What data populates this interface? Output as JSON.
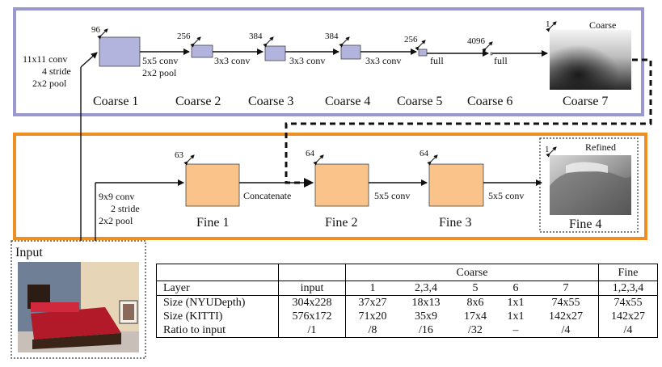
{
  "coarse": {
    "layers": [
      {
        "name": "Coarse 1",
        "channels": "96"
      },
      {
        "name": "Coarse 2",
        "channels": "256"
      },
      {
        "name": "Coarse 3",
        "channels": "384"
      },
      {
        "name": "Coarse 4",
        "channels": "384"
      },
      {
        "name": "Coarse 5",
        "channels": "256"
      },
      {
        "name": "Coarse 6",
        "channels": "4096"
      },
      {
        "name": "Coarse 7",
        "channels": "1"
      }
    ],
    "input_ops": [
      "11x11 conv",
      "4 stride",
      "2x2 pool"
    ],
    "ops": [
      "5x5 conv",
      "2x2 pool",
      "3x3 conv",
      "3x3 conv",
      "3x3 conv",
      "full",
      "full"
    ],
    "output_title": "Coarse"
  },
  "fine": {
    "layers": [
      {
        "name": "Fine 1",
        "channels": "63"
      },
      {
        "name": "Fine 2",
        "channels": "64"
      },
      {
        "name": "Fine 3",
        "channels": "64"
      },
      {
        "name": "Fine 4",
        "channels": "1"
      }
    ],
    "input_ops": [
      "9x9 conv",
      "2 stride",
      "2x2 pool"
    ],
    "ops": [
      "Concatenate",
      "5x5 conv",
      "5x5 conv"
    ],
    "output_title": "Refined"
  },
  "input_label": "Input",
  "colors": {
    "coarse_frame": "#9a99cf",
    "coarse_block": "#b3b4de",
    "fine_frame": "#ef8e22",
    "fine_block": "#f9c389"
  },
  "table": {
    "group_header": [
      "",
      "",
      "Coarse",
      "Fine"
    ],
    "rows": [
      [
        "Layer",
        "input",
        "1",
        "2,3,4",
        "5",
        "6",
        "7",
        "1,2,3,4"
      ],
      [
        "Size (NYUDepth)",
        "304x228",
        "37x27",
        "18x13",
        "8x6",
        "1x1",
        "74x55",
        "74x55"
      ],
      [
        "Size (KITTI)",
        "576x172",
        "71x20",
        "35x9",
        "17x4",
        "1x1",
        "142x27",
        "142x27"
      ],
      [
        "Ratio to input",
        "/1",
        "/8",
        "/16",
        "/32",
        "–",
        "/4",
        "/4"
      ]
    ]
  }
}
